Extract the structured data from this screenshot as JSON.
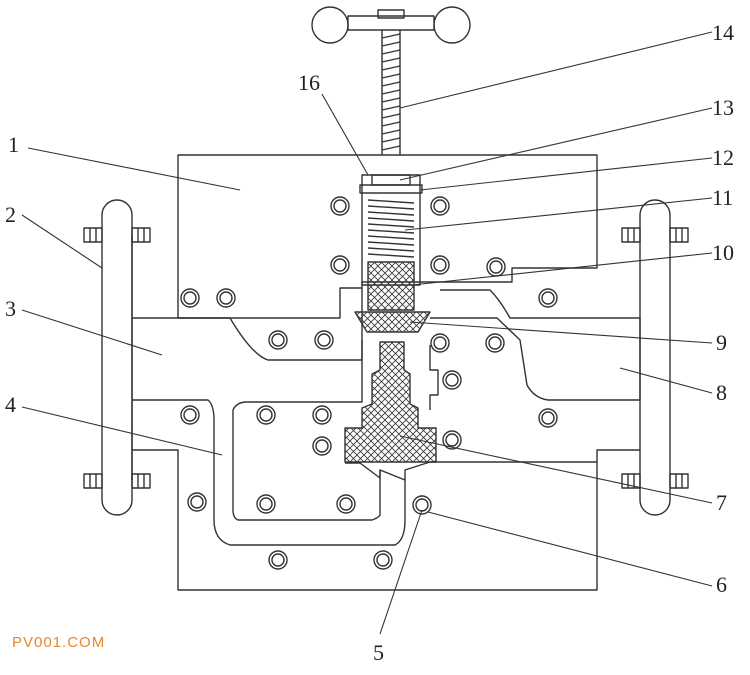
{
  "labels": {
    "l1": "1",
    "l2": "2",
    "l3": "3",
    "l4": "4",
    "l5": "5",
    "l6": "6",
    "l7": "7",
    "l8": "8",
    "l9": "9",
    "l10": "10",
    "l11": "11",
    "l12": "12",
    "l13": "13",
    "l14": "14",
    "l16": "16"
  },
  "watermark": "PV001.COM",
  "colors": {
    "line": "#333333",
    "accent": "#e8862a"
  }
}
